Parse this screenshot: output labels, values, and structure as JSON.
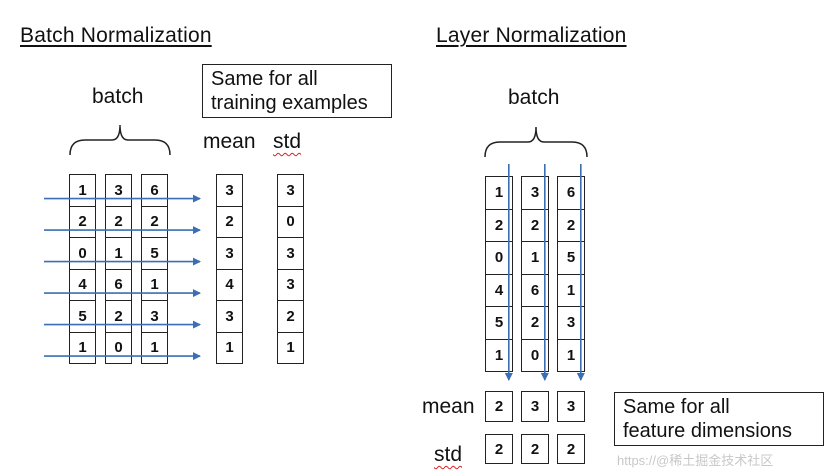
{
  "batch_norm": {
    "title": "Batch Normalization",
    "brace_label": "batch",
    "callout": [
      "Same for all",
      "training examples"
    ],
    "mean_label": "mean",
    "std_label": "std",
    "matrix": [
      [
        1,
        3,
        6
      ],
      [
        2,
        2,
        2
      ],
      [
        0,
        1,
        5
      ],
      [
        4,
        6,
        1
      ],
      [
        5,
        2,
        3
      ],
      [
        1,
        0,
        1
      ]
    ],
    "mean": [
      3,
      2,
      3,
      4,
      3,
      1
    ],
    "std": [
      3,
      0,
      3,
      3,
      2,
      1
    ]
  },
  "layer_norm": {
    "title": "Layer Normalization",
    "brace_label": "batch",
    "callout": [
      "Same for all",
      "feature dimensions"
    ],
    "mean_label": "mean",
    "std_label": "std",
    "matrix": [
      [
        1,
        3,
        6
      ],
      [
        2,
        2,
        2
      ],
      [
        0,
        1,
        5
      ],
      [
        4,
        6,
        1
      ],
      [
        5,
        2,
        3
      ],
      [
        1,
        0,
        1
      ]
    ],
    "mean": [
      2,
      3,
      3
    ],
    "std": [
      2,
      2,
      2
    ]
  },
  "colors": {
    "arrow": "#3a6fb5",
    "border": "#222222"
  },
  "watermark": "https://@稀土掘金技术社区"
}
